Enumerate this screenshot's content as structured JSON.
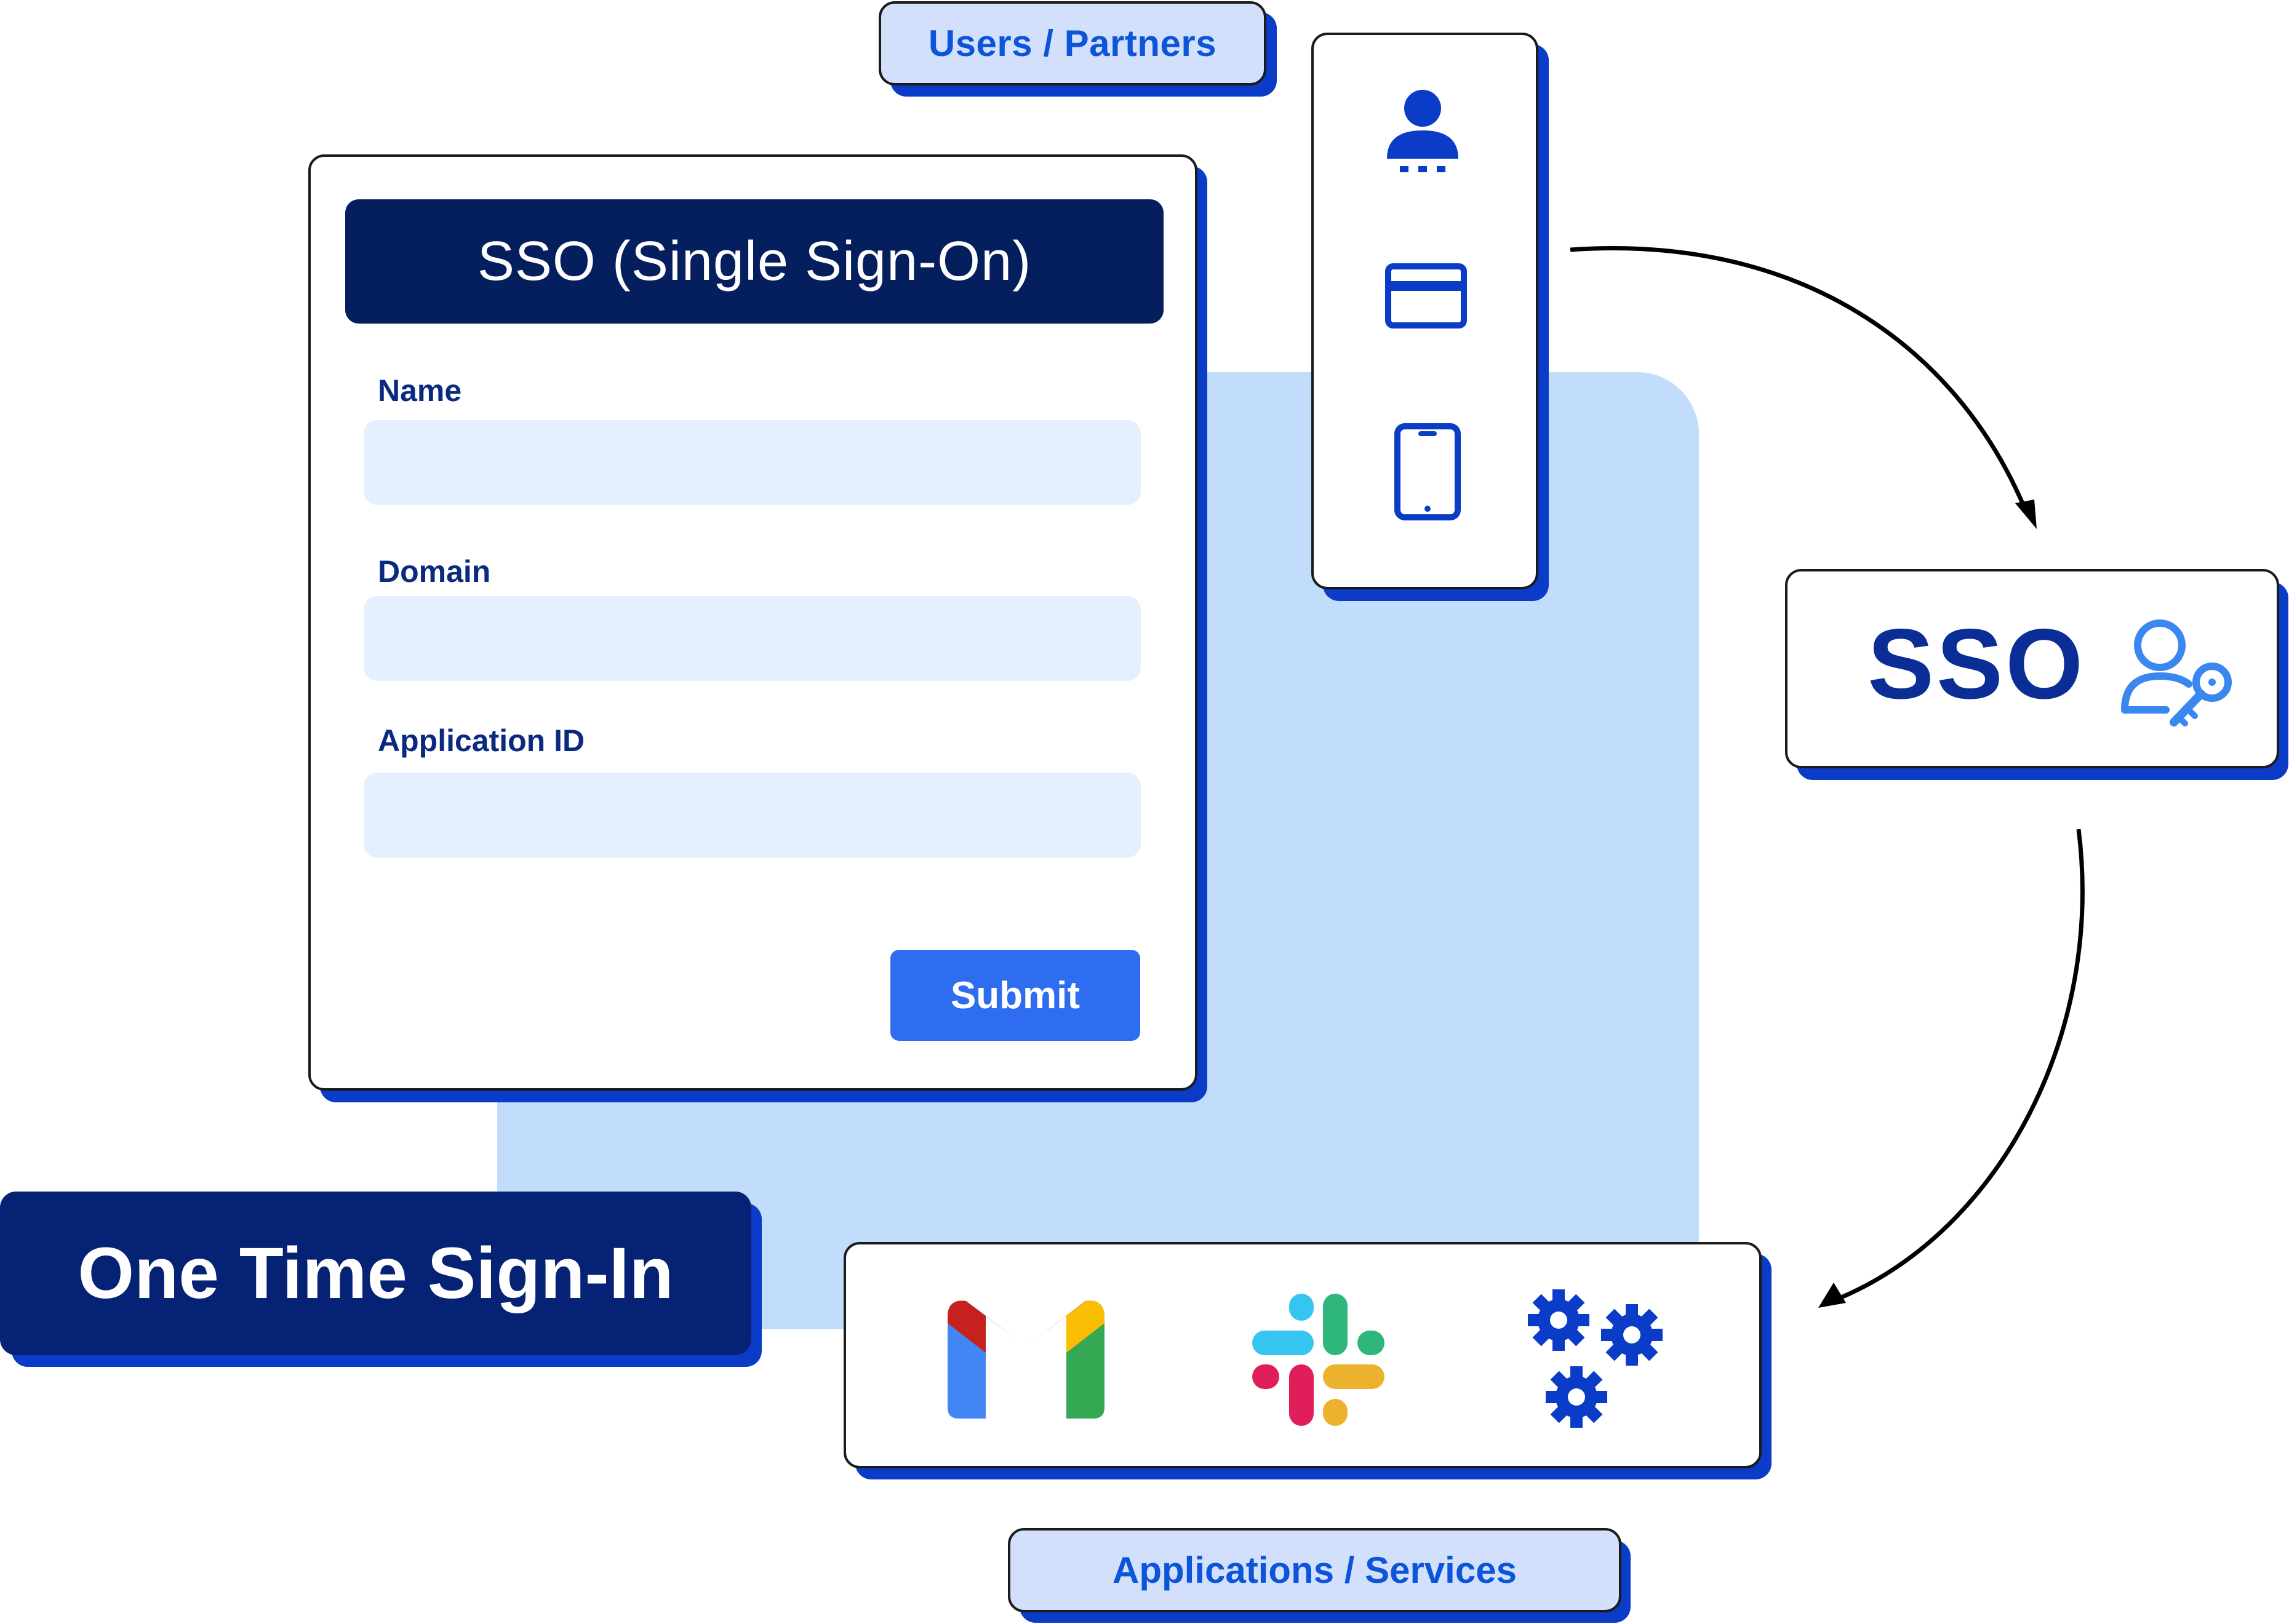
{
  "pill_top": {
    "label": "Users / Partners"
  },
  "form": {
    "title": "SSO (Single Sign-On)",
    "fields": [
      {
        "label": "Name",
        "value": ""
      },
      {
        "label": "Domain",
        "value": ""
      },
      {
        "label": "Application ID",
        "value": ""
      }
    ],
    "submit_label": "Submit"
  },
  "sso_card": {
    "label": "SSO",
    "icon": "user-key-icon"
  },
  "one_time": {
    "label": "One Time Sign-In"
  },
  "apps": {
    "icons": [
      "gmail-icon",
      "slack-icon",
      "gears-icon"
    ]
  },
  "pill_bottom": {
    "label": "Applications / Services"
  },
  "icon_column": {
    "icons": [
      "user-icon",
      "card-icon",
      "phone-icon"
    ]
  },
  "colors": {
    "navy": "#051e5e",
    "brand_blue": "#0a3cc8",
    "accent_blue": "#2f6df0",
    "panel_bg": "#c2ddfc",
    "input_bg": "#e4f0fd",
    "pill_bg": "#d2e0fc",
    "link_blue": "#0d55d8"
  }
}
